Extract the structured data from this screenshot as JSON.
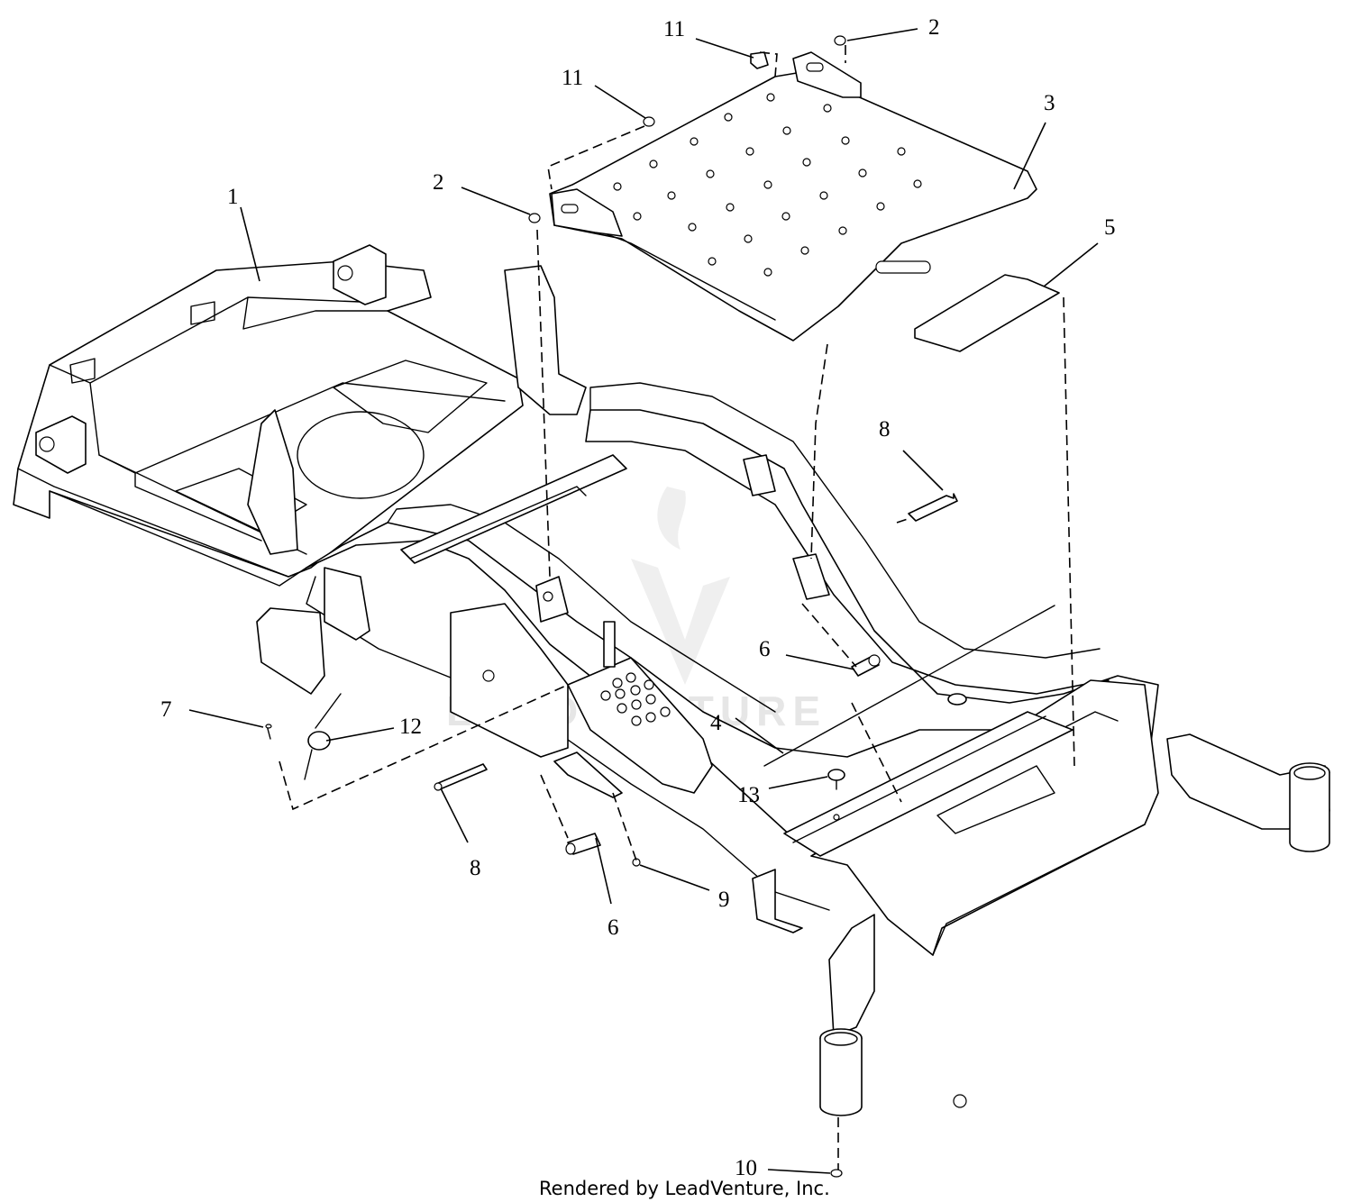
{
  "diagram": {
    "callouts": [
      {
        "id": "1",
        "label": "1"
      },
      {
        "id": "2a",
        "label": "2"
      },
      {
        "id": "2b",
        "label": "2"
      },
      {
        "id": "3",
        "label": "3"
      },
      {
        "id": "4",
        "label": "4"
      },
      {
        "id": "5",
        "label": "5"
      },
      {
        "id": "6a",
        "label": "6"
      },
      {
        "id": "6b",
        "label": "6"
      },
      {
        "id": "7",
        "label": "7"
      },
      {
        "id": "8a",
        "label": "8"
      },
      {
        "id": "8b",
        "label": "8"
      },
      {
        "id": "9",
        "label": "9"
      },
      {
        "id": "10",
        "label": "10"
      },
      {
        "id": "11a",
        "label": "11"
      },
      {
        "id": "11b",
        "label": "11"
      },
      {
        "id": "12",
        "label": "12"
      },
      {
        "id": "13",
        "label": "13"
      }
    ],
    "footer": "Rendered by LeadVenture, Inc.",
    "watermark": "LEADVENTURE"
  },
  "colors": {
    "line": "#000000",
    "background": "#ffffff",
    "watermark": "#e6e6e6"
  }
}
